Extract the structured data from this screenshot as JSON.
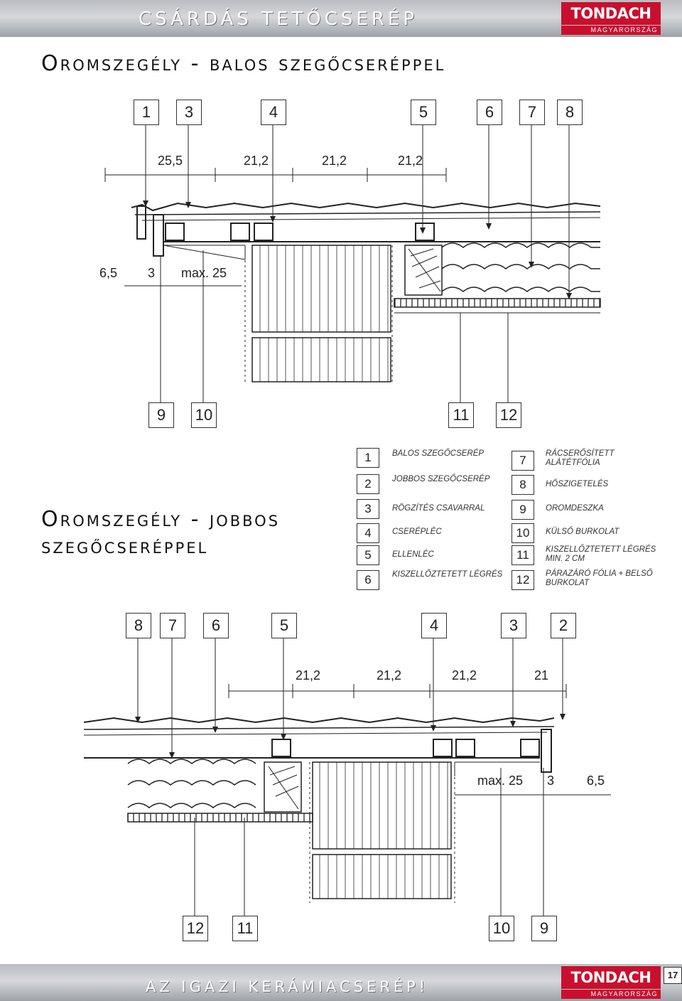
{
  "header": {
    "title": "CSÁRDÁS TETŐCSERÉP",
    "logo_brand": "TONDACH",
    "logo_country": "MAGYARORSZÁG"
  },
  "footer": {
    "slogan": "AZ IGAZI KERÁMIACSERÉP!",
    "logo_brand": "TONDACH",
    "logo_country": "MAGYARORSZÁG",
    "page": "17"
  },
  "section1": {
    "title": "Oromszegély - balos szegőcseréppel",
    "top_labels": [
      "1",
      "3",
      "4",
      "5",
      "6",
      "7",
      "8"
    ],
    "dims": [
      "25,5",
      "21,2",
      "21,2",
      "21,2"
    ],
    "small_dims": [
      "6,5",
      "3",
      "max. 25"
    ],
    "bottom_labels": [
      "9",
      "10",
      "11",
      "12"
    ]
  },
  "section2": {
    "title": "Oromszegély - jobbos szegőcseréppel",
    "top_labels": [
      "8",
      "7",
      "6",
      "5",
      "4",
      "3",
      "2"
    ],
    "dims": [
      "21,2",
      "21,2",
      "21,2",
      "21"
    ],
    "small_dims": [
      "max. 25",
      "3",
      "6,5"
    ],
    "bottom_labels": [
      "12",
      "11",
      "10",
      "9"
    ]
  },
  "legend": [
    {
      "num": "1",
      "text": "Balos szegőcserép"
    },
    {
      "num": "2",
      "text": "Jobbos szegőcserép"
    },
    {
      "num": "3",
      "text": "Rögzítés csavarral"
    },
    {
      "num": "4",
      "text": "Cserépléc"
    },
    {
      "num": "5",
      "text": "Ellenléc"
    },
    {
      "num": "6",
      "text": "Kiszellőztetett légrés"
    },
    {
      "num": "7",
      "text": "Rácserősített alátétfólia"
    },
    {
      "num": "8",
      "text": "Hőszigetelés"
    },
    {
      "num": "9",
      "text": "Oromdeszka"
    },
    {
      "num": "10",
      "text": "Külső burkolat"
    },
    {
      "num": "11",
      "text": "Kiszellőztetett légrés min. 2 cm"
    },
    {
      "num": "12",
      "text": "Párazáró fólia + belső burkolat"
    }
  ]
}
